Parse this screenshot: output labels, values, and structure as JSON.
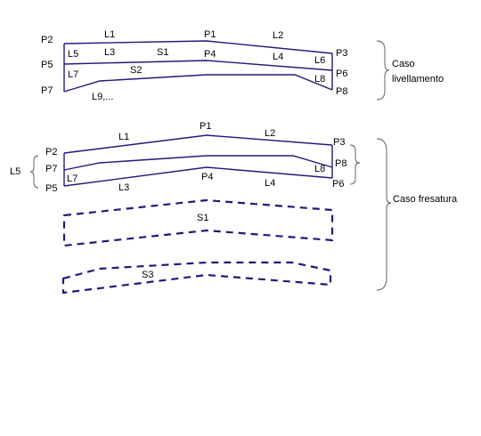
{
  "colors": {
    "stroke": "#1f1a7a",
    "brace": "#555555"
  },
  "top": {
    "caption_line1": "Caso",
    "caption_line2": "livellamento",
    "labels": {
      "p1": "P1",
      "p2": "P2",
      "p3": "P3",
      "p4": "P4",
      "p5": "P5",
      "p6": "P6",
      "p7": "P7",
      "p8": "P8",
      "l1": "L1",
      "l2": "L2",
      "l3": "L3",
      "l4": "L4",
      "l5": "L5",
      "l6": "L6",
      "l7": "L7",
      "l8": "L8",
      "l9": "L9,...",
      "s1": "S1",
      "s2": "S2"
    }
  },
  "bottom": {
    "caption": "Caso fresatura",
    "labels": {
      "p1": "P1",
      "p2": "P2",
      "p3": "P3",
      "p4": "P4",
      "p5": "P5",
      "p6": "P6",
      "p7": "P7",
      "p8": "P8",
      "l1": "L1",
      "l2": "L2",
      "l3": "L3",
      "l4": "L4",
      "l5": "L5",
      "l7": "L7",
      "l8": "L8",
      "s1": "S1",
      "s3": "S3"
    }
  }
}
